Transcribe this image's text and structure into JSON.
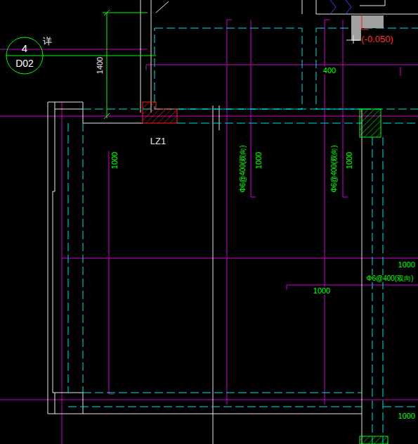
{
  "diagram": {
    "nodes": [
      {
        "text": [
          "4",
          "D02"
        ]
      }
    ],
    "labels": [
      "详",
      "1400",
      "LZ1",
      "(-0.050)",
      "400",
      "1000",
      "Φ6@400(双向)",
      "1000",
      "Φ6@400(双向)",
      "1000",
      "1000",
      "Φ6@400(双向)",
      "1000",
      "1000"
    ]
  }
}
